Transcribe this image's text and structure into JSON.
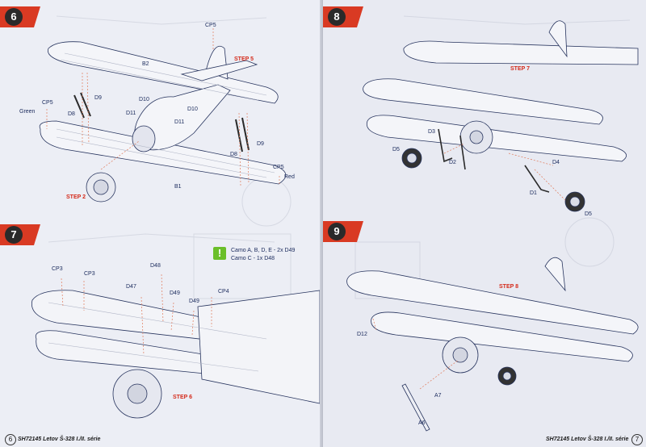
{
  "brand": {
    "accent": "#d93a23",
    "line_color": "#1a2a5c",
    "part_ghost": "#d8dbe6"
  },
  "pages": {
    "left": {
      "footer": {
        "page_number": "6",
        "title": "SH72145 Letov Š-328 I./II. série"
      }
    },
    "right": {
      "footer": {
        "page_number": "7",
        "title": "SH72145 Letov Š-328 I./II. série"
      }
    }
  },
  "steps": {
    "s6": {
      "number": "6",
      "labels": {
        "cp5_top": "CP5",
        "step5": "STEP 5",
        "b2": "B2",
        "d9_left": "D9",
        "d8_left": "D8",
        "d10_left": "D10",
        "d11_left": "D11",
        "d10_right": "D10",
        "d11_right": "D11",
        "cp5_left": "CP5",
        "green": "Green",
        "d8_right": "D8",
        "d9_right": "D9",
        "cp5_right": "CP5",
        "red": "Red",
        "b1": "B1",
        "step2": "STEP 2"
      }
    },
    "s7": {
      "number": "7",
      "note_icon": "!",
      "note_lines": [
        "Camo A, B, D, E - 2x D49",
        "Camo C - 1x D48"
      ],
      "labels": {
        "cp3_a": "CP3",
        "cp3_b": "CP3",
        "d48": "D48",
        "d47": "D47",
        "d49_a": "D49",
        "d49_b": "D49",
        "cp4": "CP4",
        "step6": "STEP 6"
      }
    },
    "s8": {
      "number": "8",
      "labels": {
        "step7": "STEP 7",
        "d3": "D3",
        "d5_left": "D5",
        "d2": "D2",
        "d4": "D4",
        "d1": "D1",
        "d5_right": "D5"
      }
    },
    "s9": {
      "number": "9",
      "labels": {
        "step8": "STEP 8",
        "d12": "D12",
        "a7": "A7",
        "a6": "A6"
      }
    }
  }
}
